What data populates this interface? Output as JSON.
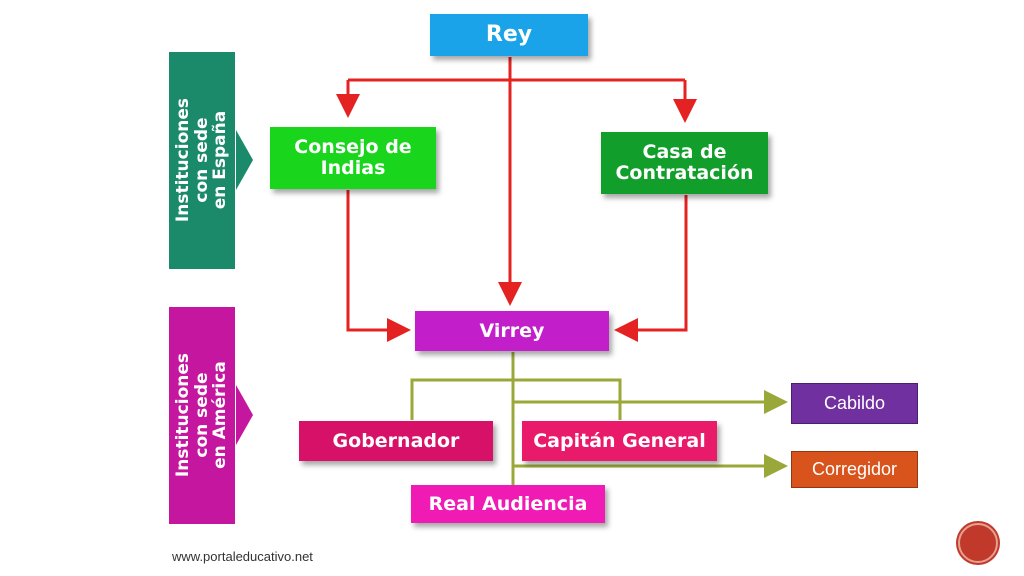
{
  "side_labels": {
    "spain": "Instituciones con sede\nen España",
    "america": "Instituciones con sede\nen América"
  },
  "nodes": {
    "rey": "Rey",
    "consejo": "Consejo de\nIndias",
    "casa": "Casa de\nContratación",
    "virrey": "Virrey",
    "gobernador": "Gobernador",
    "capitan": "Capitán General",
    "audiencia": "Real Audiencia",
    "cabildo": "Cabildo",
    "corregidor": "Corregidor"
  },
  "footer": {
    "credit": "www.portaleducativo.net"
  },
  "colors": {
    "rey": "#1aa3e8",
    "consejo": "#19d61d",
    "casa": "#129e2a",
    "virrey": "#c21ec9",
    "gobernador": "#d81168",
    "capitan": "#ea1a6a",
    "audiencia": "#f01ab5",
    "spain_label": "#1b8a6b",
    "america_label": "#c4169e",
    "cabildo": "#7030a0",
    "corregidor": "#d9541d",
    "red_arrow": "#e52222",
    "olive_line": "#9aa83a"
  }
}
